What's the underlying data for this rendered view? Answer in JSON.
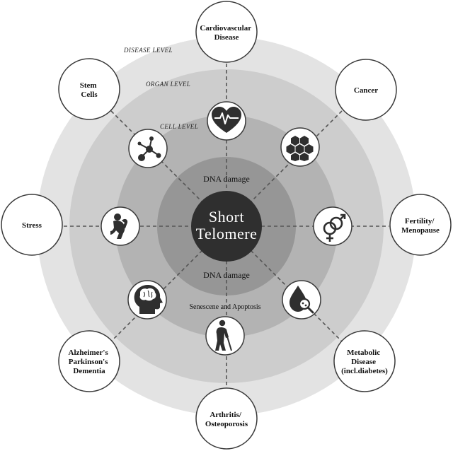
{
  "center": {
    "line1": "Short",
    "line2": "Telomere"
  },
  "rings": {
    "disease": "DISEASE LEVEL",
    "organ": "ORGAN LEVEL",
    "cell": "CELL LEVEL"
  },
  "inner_labels": {
    "dna_top": "DNA damage",
    "dna_bottom": "DNA damage",
    "senescence": "Senescene and Apoptosis"
  },
  "diseases": {
    "cardiovascular": [
      "Cardiovascular",
      "Disease"
    ],
    "cancer": [
      "Cancer"
    ],
    "fertility": [
      "Fertility/",
      "Menopause"
    ],
    "metabolic": [
      "Metabolic",
      "Disease",
      "(incl.diabetes)"
    ],
    "arthritis": [
      "Arthritis/",
      "Osteoporosis"
    ],
    "alzheimer": [
      "Alzheimer's",
      "Parkinson's",
      "Dementia"
    ],
    "stress": [
      "Stress"
    ],
    "stemcells": [
      "Stem",
      "Cells"
    ]
  },
  "icons": {
    "cardiovascular": "heart-pulse-icon",
    "cancer": "honeycomb-cells-icon",
    "fertility": "gender-symbols-icon",
    "metabolic": "blood-drop-magnifier-icon",
    "arthritis": "elderly-person-icon",
    "alzheimer": "brain-head-icon",
    "stress": "stressed-person-icon",
    "stemcells": "molecule-icon"
  },
  "colors": {
    "ring_outer": "#e3e3e3",
    "ring_2": "#cdcdcd",
    "ring_3": "#b3b3b3",
    "ring_4": "#969696",
    "center": "#2f2f2f"
  }
}
